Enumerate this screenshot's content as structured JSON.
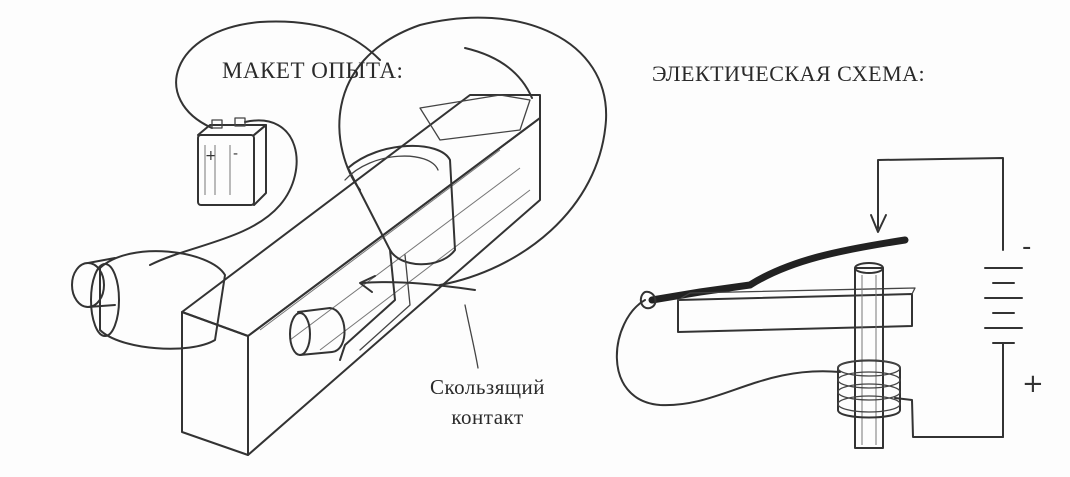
{
  "labels": {
    "setup_title": "МАКЕТ   ОПЫТА:",
    "circuit_title": "ЭЛЕКТИЧЕСКАЯ СХЕМА:",
    "contact_line1": "Скользящий",
    "contact_line2": "контакт"
  },
  "battery_marks": {
    "plus": "+",
    "minus": "-"
  },
  "colors": {
    "ink": "#333333",
    "paper": "#fdfdfd"
  }
}
